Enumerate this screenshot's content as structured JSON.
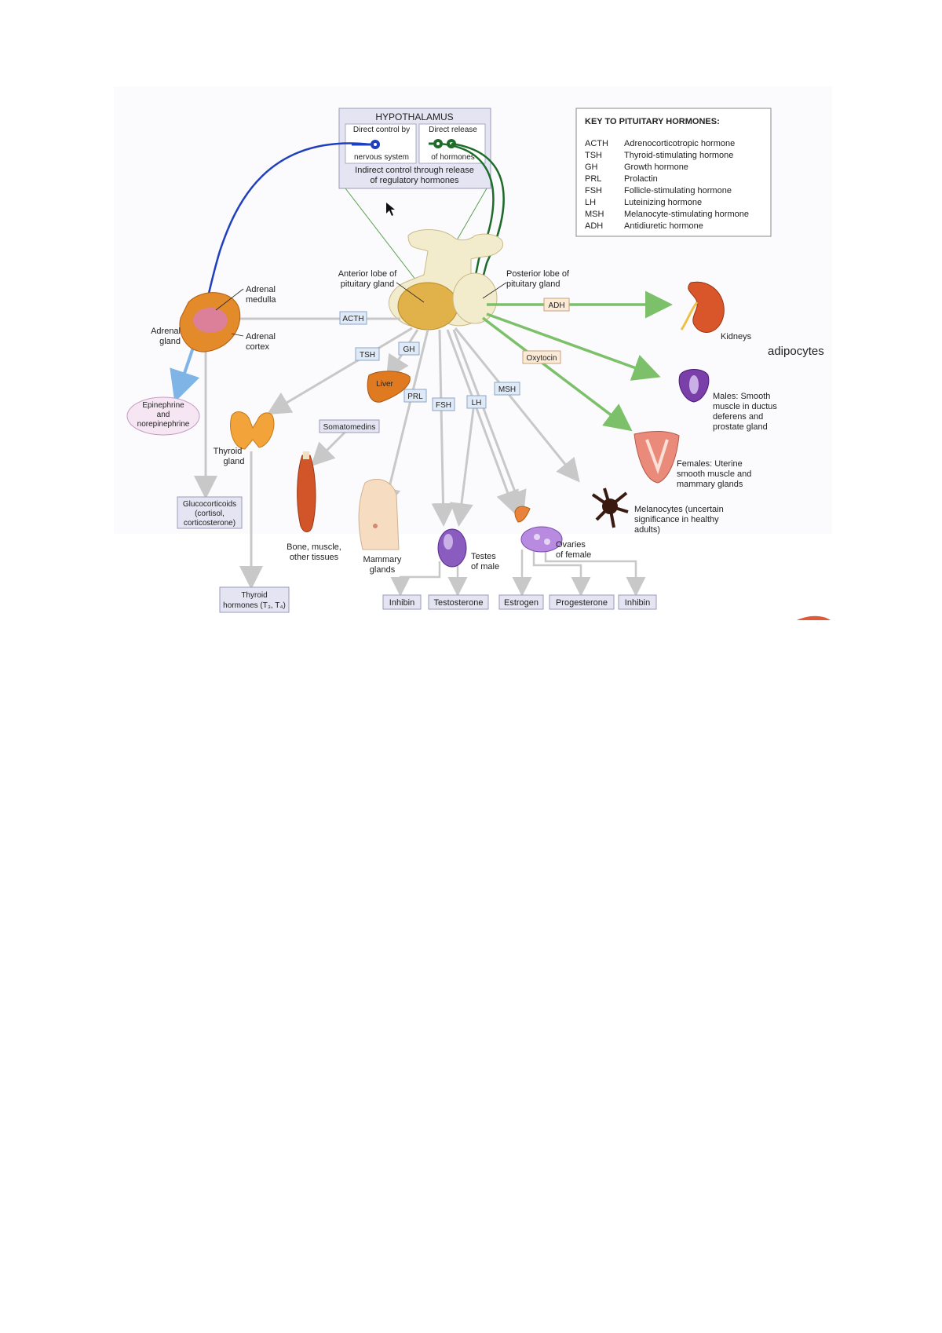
{
  "hypothalamus": {
    "title": "HYPOTHALAMUS",
    "direct_control_line1": "Direct control by",
    "direct_control_line2": "nervous system",
    "direct_release_line1": "Direct release",
    "direct_release_line2": "of hormones",
    "indirect_line1": "Indirect control through release",
    "indirect_line2": "of regulatory hormones"
  },
  "key": {
    "title": "KEY TO PITUITARY HORMONES:",
    "rows": [
      {
        "abbr": "ACTH",
        "name": "Adrenocorticotropic hormone"
      },
      {
        "abbr": "TSH",
        "name": "Thyroid-stimulating hormone"
      },
      {
        "abbr": "GH",
        "name": "Growth hormone"
      },
      {
        "abbr": "PRL",
        "name": "Prolactin"
      },
      {
        "abbr": "FSH",
        "name": "Follicle-stimulating hormone"
      },
      {
        "abbr": "LH",
        "name": "Luteinizing hormone"
      },
      {
        "abbr": "MSH",
        "name": "Melanocyte-stimulating hormone"
      },
      {
        "abbr": "ADH",
        "name": "Antidiuretic hormone"
      }
    ]
  },
  "pituitary": {
    "anterior_line1": "Anterior lobe of",
    "anterior_line2": "pituitary gland",
    "posterior_line1": "Posterior lobe of",
    "posterior_line2": "pituitary gland"
  },
  "hormone_tags": {
    "acth": "ACTH",
    "tsh": "TSH",
    "gh": "GH",
    "prl": "PRL",
    "fsh": "FSH",
    "lh": "LH",
    "msh": "MSH",
    "adh": "ADH",
    "oxytocin": "Oxytocin"
  },
  "targets": {
    "adrenal_medulla_line1": "Adrenal",
    "adrenal_medulla_line2": "medulla",
    "adrenal_gland_line1": "Adrenal",
    "adrenal_gland_line2": "gland",
    "adrenal_cortex_line1": "Adrenal",
    "adrenal_cortex_line2": "cortex",
    "epinephrine_line1": "Epinephrine",
    "epinephrine_line2": "and",
    "epinephrine_line3": "norepinephrine",
    "thyroid_line1": "Thyroid",
    "thyroid_line2": "gland",
    "liver": "Liver",
    "somatomedins": "Somatomedins",
    "glucocorticoids_line1": "Glucocorticoids",
    "glucocorticoids_line2": "(cortisol,",
    "glucocorticoids_line3": "corticosterone)",
    "thyroid_hormones_line1": "Thyroid",
    "thyroid_hormones_line2": "hormones (T₃, T₄)",
    "bone_line1": "Bone, muscle,",
    "bone_line2": "other tissues",
    "mammary_line1": "Mammary",
    "mammary_line2": "glands",
    "testes_line1": "Testes",
    "testes_line2": "of male",
    "ovaries_line1": "Ovaries",
    "ovaries_line2": "of female",
    "kidneys": "Kidneys",
    "adipocytes": "adipocytes",
    "males_line1": "Males: Smooth",
    "males_line2": "muscle in ductus",
    "males_line3": "deferens and",
    "males_line4": "prostate gland",
    "females_line1": "Females: Uterine",
    "females_line2": "smooth muscle and",
    "females_line3": "mammary glands",
    "melanocytes_line1": "Melanocytes (uncertain",
    "melanocytes_line2": "significance in healthy",
    "melanocytes_line3": "adults)"
  },
  "outputs": {
    "inhibin_male": "Inhibin",
    "testosterone": "Testosterone",
    "estrogen": "Estrogen",
    "progesterone": "Progesterone",
    "inhibin_female": "Inhibin"
  },
  "colors": {
    "nervous_path": "#1f3fbf",
    "release_path": "#1e6b2a",
    "adh_arrow": "#7cc06a",
    "hormone_arrow": "#c8c8c8",
    "tag_fill": "#dfeaf6",
    "gland": "#e1b14a"
  }
}
